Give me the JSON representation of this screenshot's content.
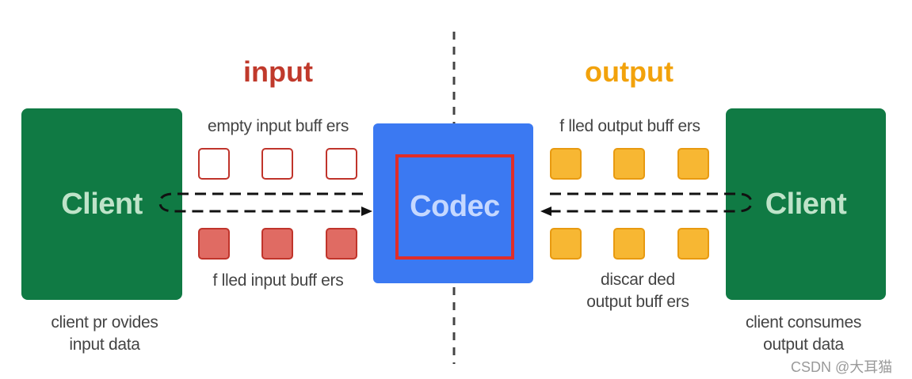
{
  "titles": {
    "input": "input",
    "output": "output"
  },
  "colors": {
    "input_title": "#c0392b",
    "output_title": "#f2a20b",
    "client": "#107a44",
    "codec": "#3b79f2",
    "codec_border": "#e02d28",
    "empty_buffer_border": "#c0342b",
    "filled_input_buffer": "#e06b63",
    "output_buffer": "#f7b733"
  },
  "left_client": {
    "label": "Client",
    "caption": "client pr ovides\ninput data"
  },
  "right_client": {
    "label": "Client",
    "caption": "client consumes\noutput data"
  },
  "codec": {
    "label": "Codec"
  },
  "input_labels": {
    "empty": "empty input buff ers",
    "filled": "f lled input buff ers"
  },
  "output_labels": {
    "filled": "f lled output buff ers",
    "discarded": "discar ded\noutput buff ers"
  },
  "watermark": "CSDN @大耳猫"
}
